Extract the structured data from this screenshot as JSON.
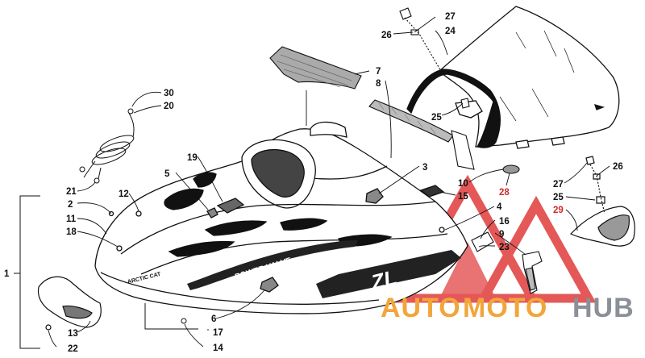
{
  "diagram": {
    "decal_brand": "ARCTIC CAT",
    "decal_side": "POWER VALVE",
    "decal_model": "ZL",
    "callouts": [
      {
        "id": "c1",
        "text": "1"
      },
      {
        "id": "c2",
        "text": "2"
      },
      {
        "id": "c3",
        "text": "3"
      },
      {
        "id": "c4",
        "text": "4"
      },
      {
        "id": "c5",
        "text": "5"
      },
      {
        "id": "c6",
        "text": "6"
      },
      {
        "id": "c7",
        "text": "7"
      },
      {
        "id": "c8",
        "text": "8"
      },
      {
        "id": "c9",
        "text": "9"
      },
      {
        "id": "c10",
        "text": "10"
      },
      {
        "id": "c11",
        "text": "11"
      },
      {
        "id": "c12",
        "text": "12"
      },
      {
        "id": "c13",
        "text": "13"
      },
      {
        "id": "c14",
        "text": "14"
      },
      {
        "id": "c15",
        "text": "15"
      },
      {
        "id": "c16",
        "text": "16"
      },
      {
        "id": "c17",
        "text": "17"
      },
      {
        "id": "c18",
        "text": "18"
      },
      {
        "id": "c19",
        "text": "19"
      },
      {
        "id": "c20",
        "text": "20"
      },
      {
        "id": "c21",
        "text": "21"
      },
      {
        "id": "c22",
        "text": "22"
      },
      {
        "id": "c23",
        "text": "23"
      },
      {
        "id": "c24",
        "text": "24"
      },
      {
        "id": "c25a",
        "text": "25"
      },
      {
        "id": "c25b",
        "text": "25"
      },
      {
        "id": "c26a",
        "text": "26"
      },
      {
        "id": "c26b",
        "text": "26"
      },
      {
        "id": "c27a",
        "text": "27"
      },
      {
        "id": "c27b",
        "text": "27"
      },
      {
        "id": "c28",
        "text": "28"
      },
      {
        "id": "c29",
        "text": "29"
      },
      {
        "id": "c30",
        "text": "30"
      }
    ]
  },
  "watermark": {
    "word_auto": "AUTO",
    "word_moto": "MOTO",
    "word_hub": "HUB",
    "color_auto": "#f2a53a",
    "color_moto": "#f2a53a",
    "color_hub": "#8a8f98",
    "color_triangle": "#e03c3c"
  }
}
